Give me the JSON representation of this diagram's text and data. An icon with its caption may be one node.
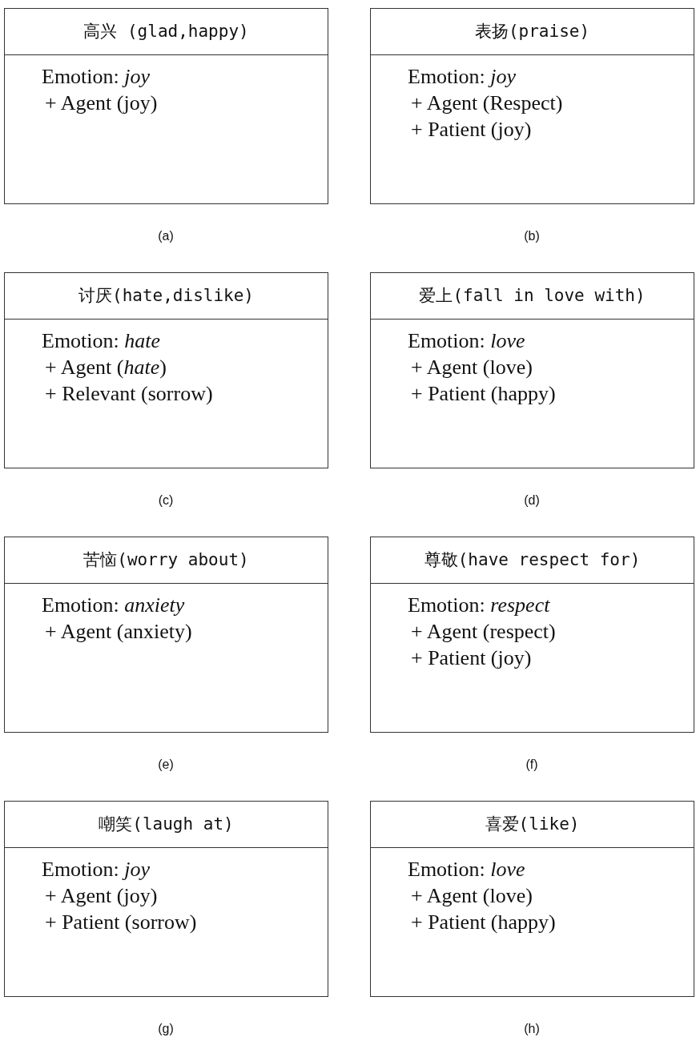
{
  "diagram": {
    "nodes": [
      {
        "text": [
          "高兴 (glad,happy)",
          "Emotion: *joy*",
          "+ Agent (joy)"
        ],
        "beside": [
          "(a)"
        ]
      },
      {
        "text": [
          "表扬(praise)",
          "Emotion: *joy*",
          "+ Agent (Respect)",
          "+ Patient (joy)"
        ],
        "beside": [
          "(b)"
        ]
      },
      {
        "text": [
          "讨厌(hate,dislike)",
          "Emotion: *hate*",
          "+ Agent (*hate*)",
          "+ Relevant (sorrow)"
        ],
        "beside": [
          "(c)"
        ]
      },
      {
        "text": [
          "爱上(fall in love with)",
          "Emotion: *love*",
          "+ Agent (love)",
          "+ Patient (happy)"
        ],
        "beside": [
          "(d)"
        ]
      },
      {
        "text": [
          "苦恼(worry about)",
          "Emotion: *anxiety*",
          "+ Agent (anxiety)"
        ],
        "beside": [
          "(e)"
        ]
      },
      {
        "text": [
          "尊敬(have respect for)",
          "Emotion: *respect*",
          "+ Agent (respect)",
          "+ Patient (joy)"
        ],
        "beside": [
          "(f)"
        ]
      },
      {
        "text": [
          "嘲笑(laugh at)",
          "Emotion: *joy*",
          "+ Agent (joy)",
          "+ Patient (sorrow)"
        ],
        "beside": [
          "(g)"
        ]
      },
      {
        "text": [
          "喜爱(like)",
          "Emotion: *love*",
          "+ Agent (love)",
          "+ Patient (happy)"
        ],
        "beside": [
          "(h)"
        ]
      }
    ]
  }
}
